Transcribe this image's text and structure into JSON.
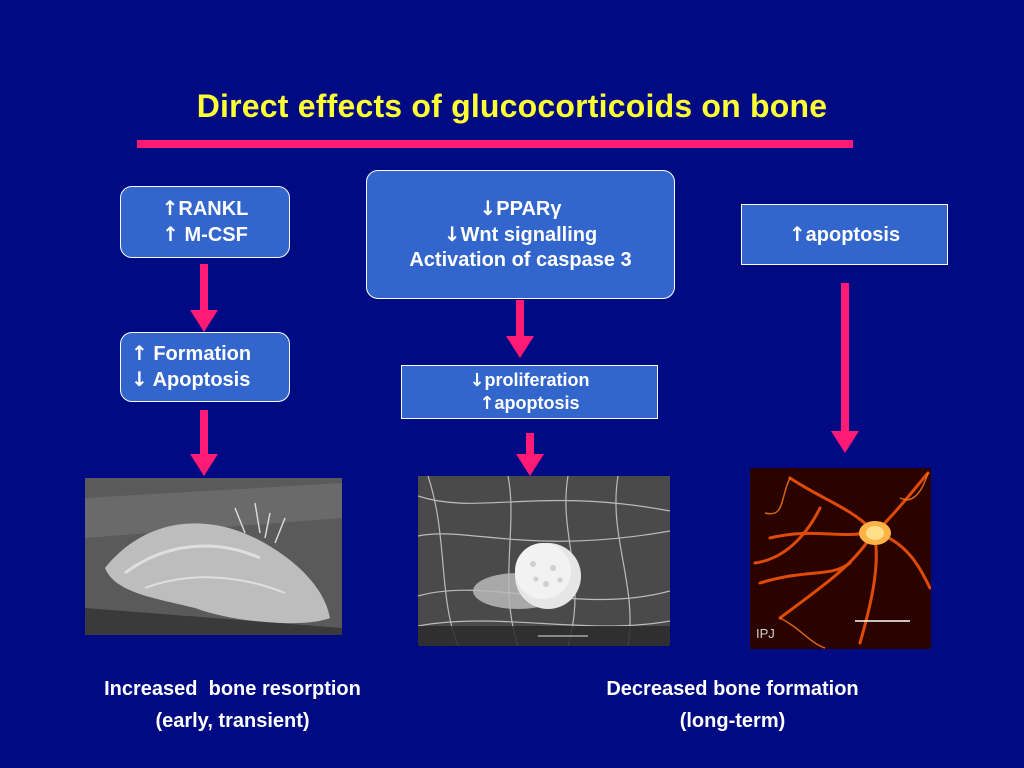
{
  "title": "Direct effects of glucocorticoids on bone",
  "colors": {
    "background": "#000a82",
    "title": "#ffff33",
    "accent_pink": "#ff1a75",
    "box_fill": "#3366cc",
    "box_border": "#ffffff"
  },
  "boxes": {
    "rankl": {
      "line1_arrow": "↑",
      "line1_text": "RANKL",
      "line2_arrow": "↑",
      "line2_text": " M-CSF"
    },
    "ppar": {
      "line1_arrow": "↓",
      "line1_text": "PPARγ",
      "line2_arrow": "↓",
      "line2_text": "Wnt signalling",
      "line3_text": "Activation of caspase 3"
    },
    "apoptosis_right": {
      "arrow": "↑",
      "text": "apoptosis"
    },
    "formation": {
      "line1_arrow": "↑",
      "line1_text": " Formation",
      "line2_arrow": "↓",
      "line2_text": " Apoptosis"
    },
    "proliferation": {
      "line1_arrow": "↓",
      "line1_text": "proliferation",
      "line2_arrow": "↑",
      "line2_text": "apoptosis"
    }
  },
  "images": {
    "osteoclast": {
      "icon": "sem-osteoclast-photo"
    },
    "osteoblast": {
      "icon": "sem-osteoblast-photo"
    },
    "osteocyte": {
      "icon": "fluorescent-osteocyte-photo",
      "corner_label": "IPJ"
    }
  },
  "captions": {
    "left_line1": "Increased  bone resorption",
    "left_line2": "(early, transient)",
    "right_line1": "Decreased bone formation",
    "right_line2": "(long-term)"
  }
}
